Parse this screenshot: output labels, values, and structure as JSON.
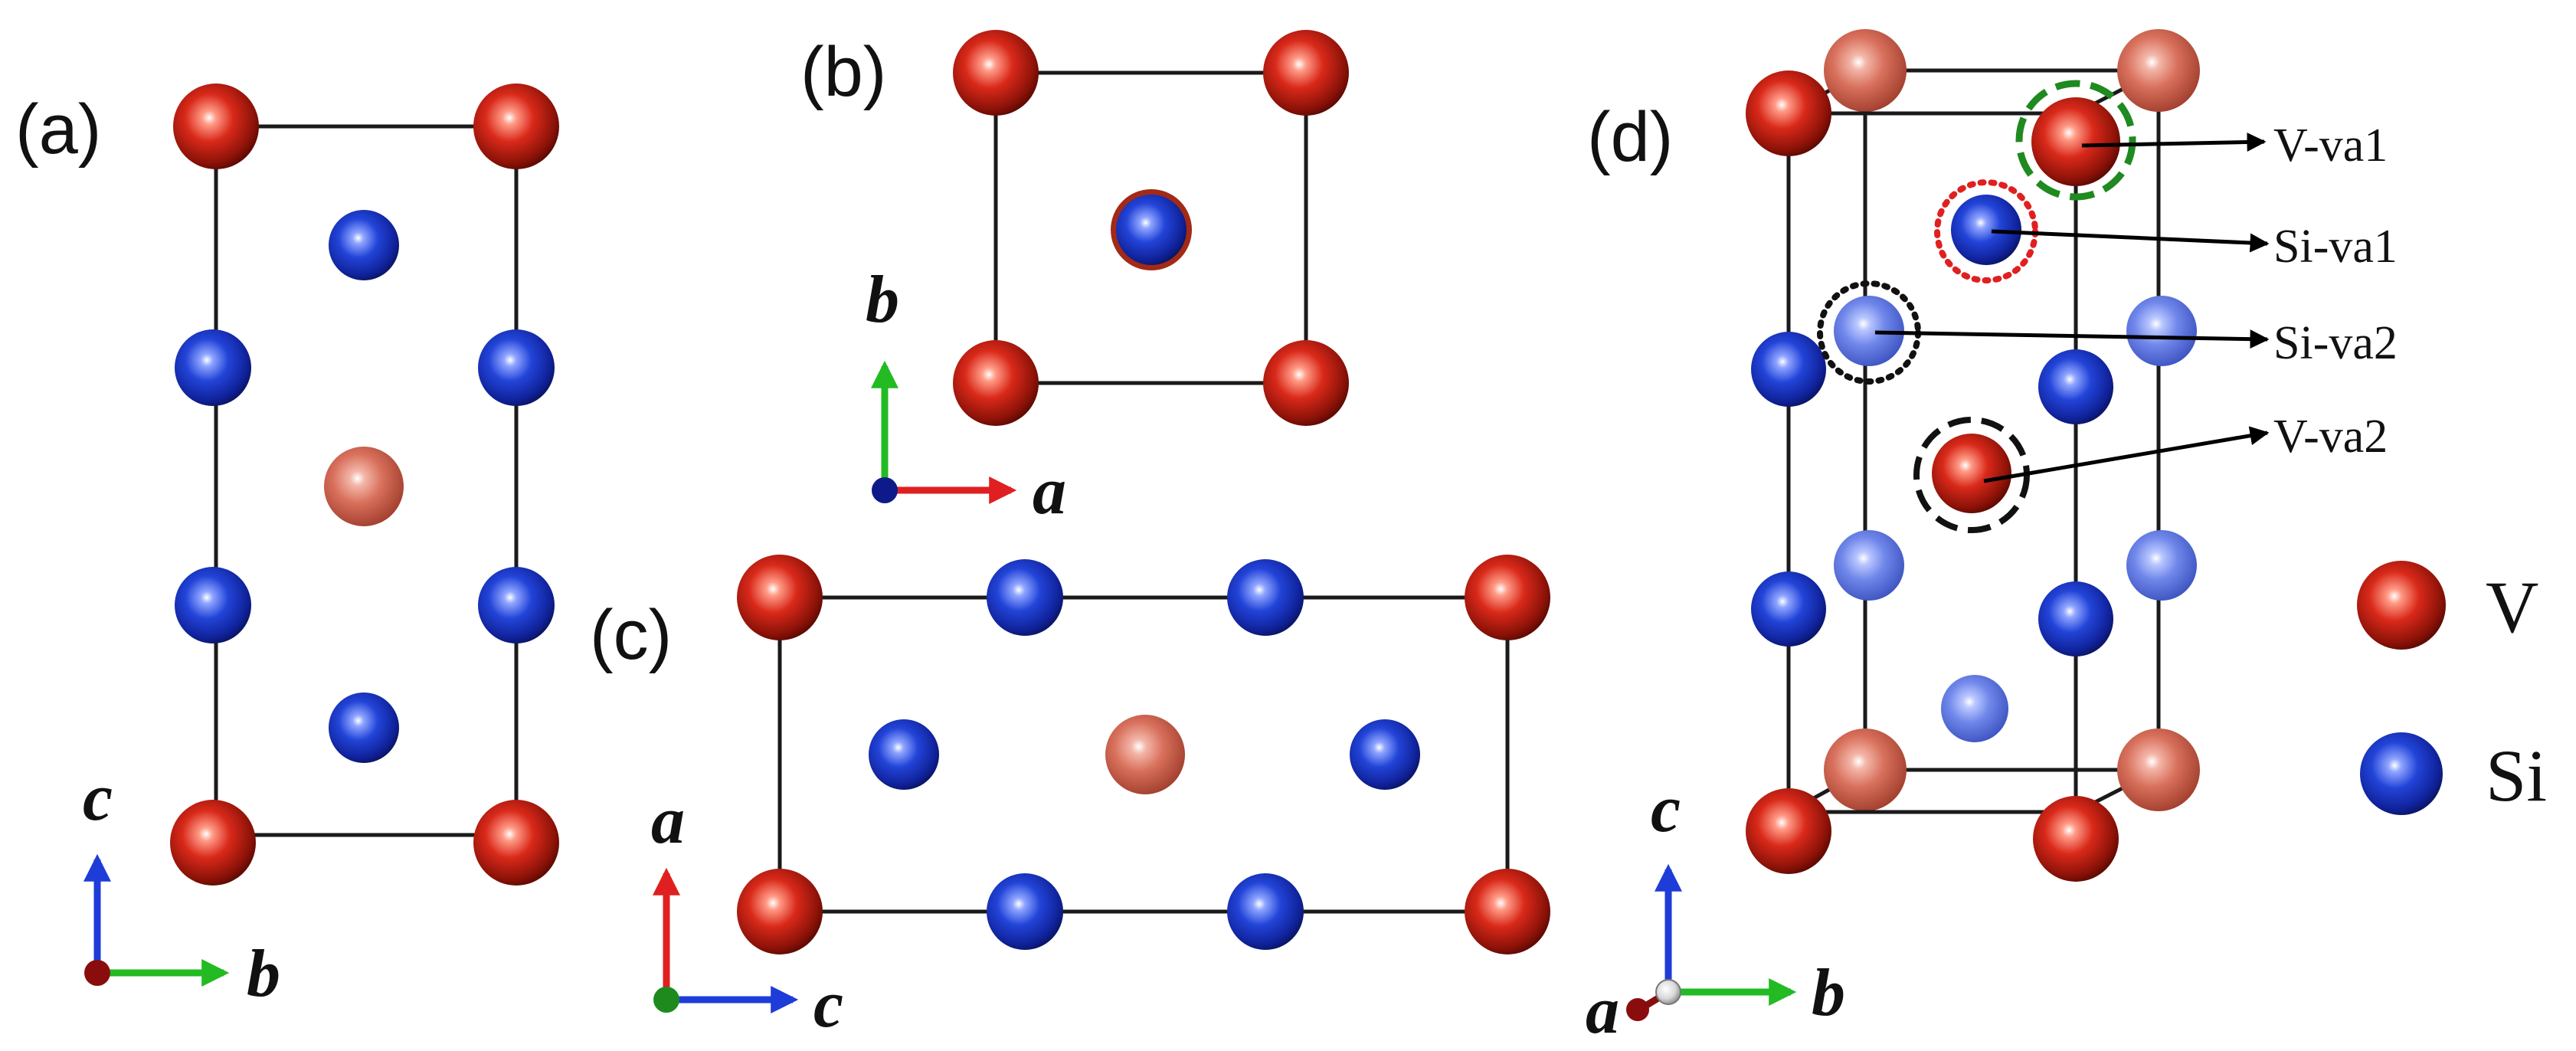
{
  "panels": {
    "a": {
      "label": "(a)",
      "axis_h": "b",
      "axis_v": "c"
    },
    "b": {
      "label": "(b)",
      "axis_h": "a",
      "axis_v": "b"
    },
    "c": {
      "label": "(c)",
      "axis_h": "c",
      "axis_v": "a"
    },
    "d": {
      "label": "(d)",
      "axis_h": "b",
      "axis_v": "c",
      "axis_depth": "a"
    }
  },
  "vacancies": [
    {
      "label": "V-va1"
    },
    {
      "label": "Si-va1"
    },
    {
      "label": "Si-va2"
    },
    {
      "label": "V-va2"
    }
  ],
  "legend": [
    {
      "label": "V",
      "color": "#cc1f10"
    },
    {
      "label": "Si",
      "color": "#1f3fd0"
    }
  ],
  "colors": {
    "v_atom": "#cc1f10",
    "si_atom": "#1f3fd0",
    "axis_x_red": "#e02020",
    "axis_y_green": "#22bb22",
    "axis_z_blue": "#1e3cd8",
    "marker_green": "#1f8a1f",
    "marker_red": "#e02020",
    "marker_black": "#111111"
  }
}
